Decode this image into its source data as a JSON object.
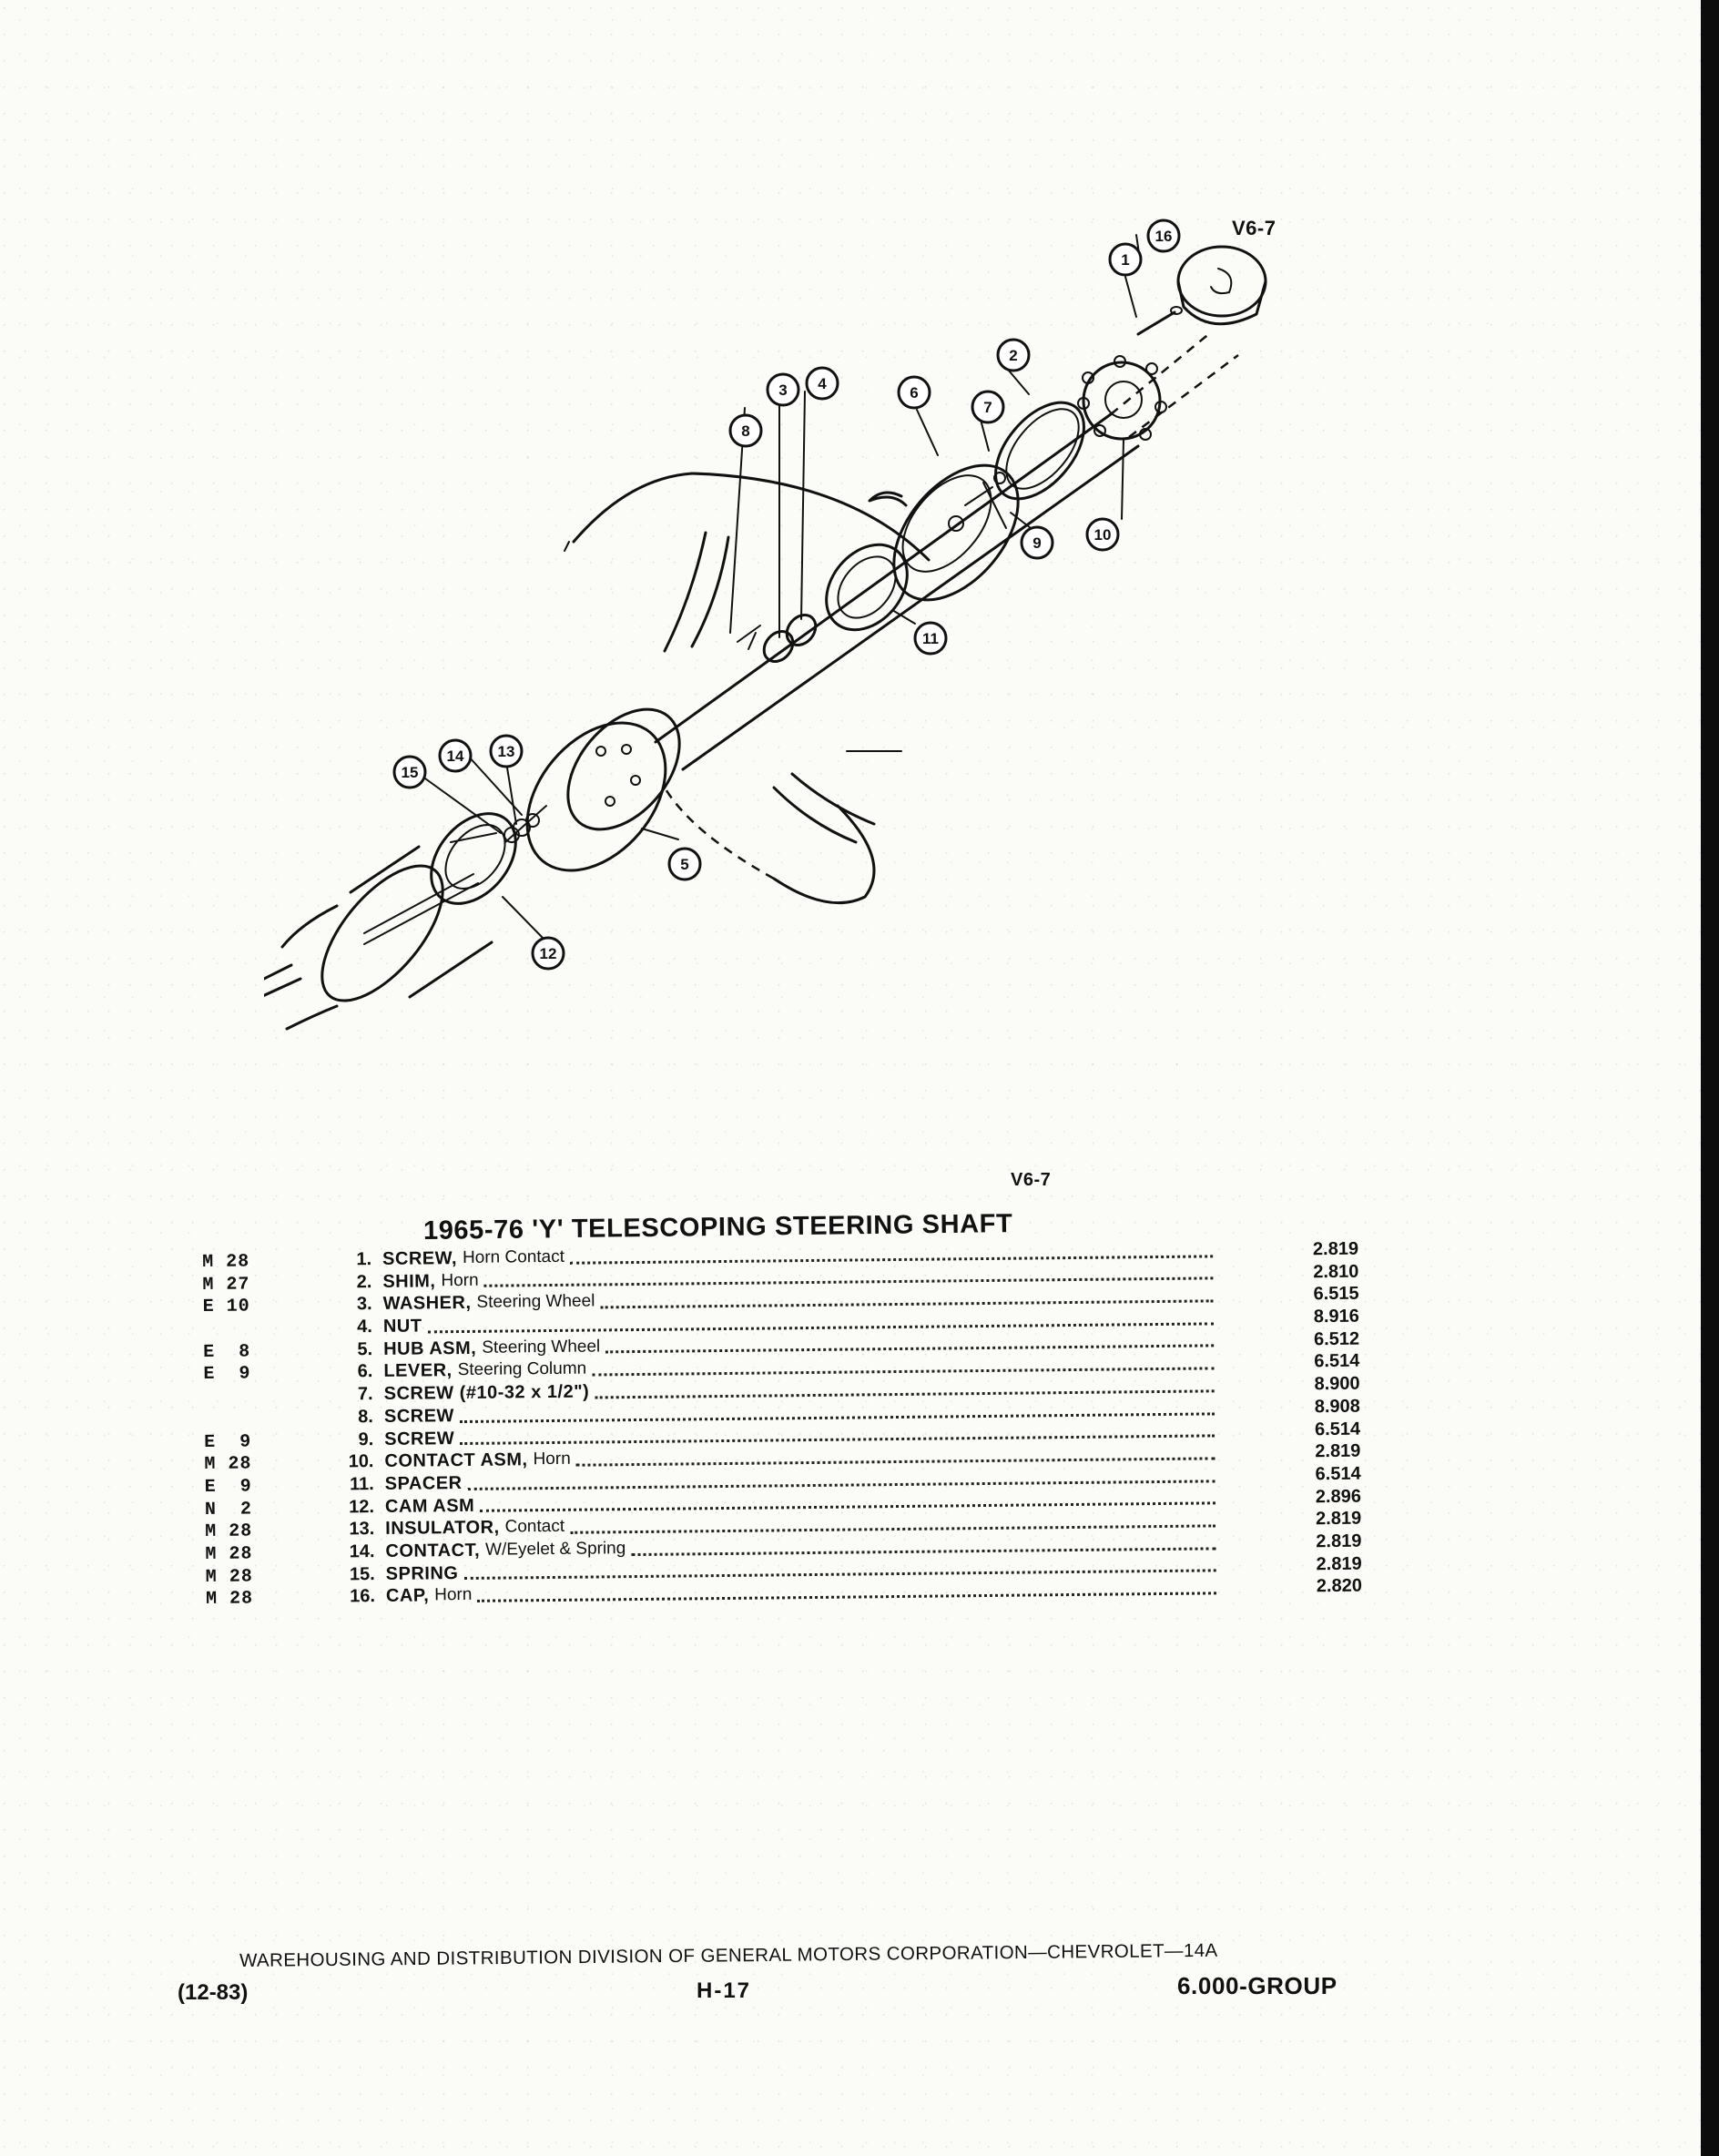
{
  "figure": {
    "code_top": "V6-7",
    "code_bottom": "V6-7",
    "callouts": [
      "1",
      "2",
      "3",
      "4",
      "5",
      "6",
      "7",
      "8",
      "9",
      "10",
      "11",
      "12",
      "13",
      "14",
      "15",
      "16"
    ]
  },
  "table": {
    "title": "1965-76 'Y' TELESCOPING STEERING SHAFT",
    "rows": [
      {
        "group": "M 28",
        "num": "1.",
        "name": "SCREW,",
        "sub": "Horn Contact",
        "code": "2.819"
      },
      {
        "group": "M 27",
        "num": "2.",
        "name": "SHIM,",
        "sub": "Horn",
        "code": "2.810"
      },
      {
        "group": "E 10",
        "num": "3.",
        "name": "WASHER,",
        "sub": "Steering Wheel",
        "code": "6.515"
      },
      {
        "group": "",
        "num": "4.",
        "name": "NUT",
        "sub": "",
        "code": "8.916"
      },
      {
        "group": "E  8",
        "num": "5.",
        "name": "HUB ASM,",
        "sub": "Steering Wheel",
        "code": "6.512"
      },
      {
        "group": "E  9",
        "num": "6.",
        "name": "LEVER,",
        "sub": "Steering Column",
        "code": "6.514"
      },
      {
        "group": "",
        "num": "7.",
        "name": "SCREW (#10-32 x 1/2\")",
        "sub": "",
        "code": "8.900"
      },
      {
        "group": "",
        "num": "8.",
        "name": "SCREW",
        "sub": "",
        "code": "8.908"
      },
      {
        "group": "E  9",
        "num": "9.",
        "name": "SCREW",
        "sub": "",
        "code": "6.514"
      },
      {
        "group": "M 28",
        "num": "10.",
        "name": "CONTACT ASM,",
        "sub": "Horn",
        "code": "2.819"
      },
      {
        "group": "E  9",
        "num": "11.",
        "name": "SPACER",
        "sub": "",
        "code": "6.514"
      },
      {
        "group": "N  2",
        "num": "12.",
        "name": "CAM ASM",
        "sub": "",
        "code": "2.896"
      },
      {
        "group": "M 28",
        "num": "13.",
        "name": "INSULATOR,",
        "sub": "Contact",
        "code": "2.819"
      },
      {
        "group": "M 28",
        "num": "14.",
        "name": "CONTACT,",
        "sub": "W/Eyelet & Spring",
        "code": "2.819"
      },
      {
        "group": "M 28",
        "num": "15.",
        "name": "SPRING",
        "sub": "",
        "code": "2.819"
      },
      {
        "group": "M 28",
        "num": "16.",
        "name": "CAP,",
        "sub": "Horn",
        "code": "2.820"
      }
    ]
  },
  "footer": {
    "org": "WAREHOUSING AND DISTRIBUTION DIVISION OF GENERAL MOTORS CORPORATION—CHEVROLET—14A",
    "date": "(12-83)",
    "page": "H-17",
    "group": "6.000-GROUP"
  }
}
